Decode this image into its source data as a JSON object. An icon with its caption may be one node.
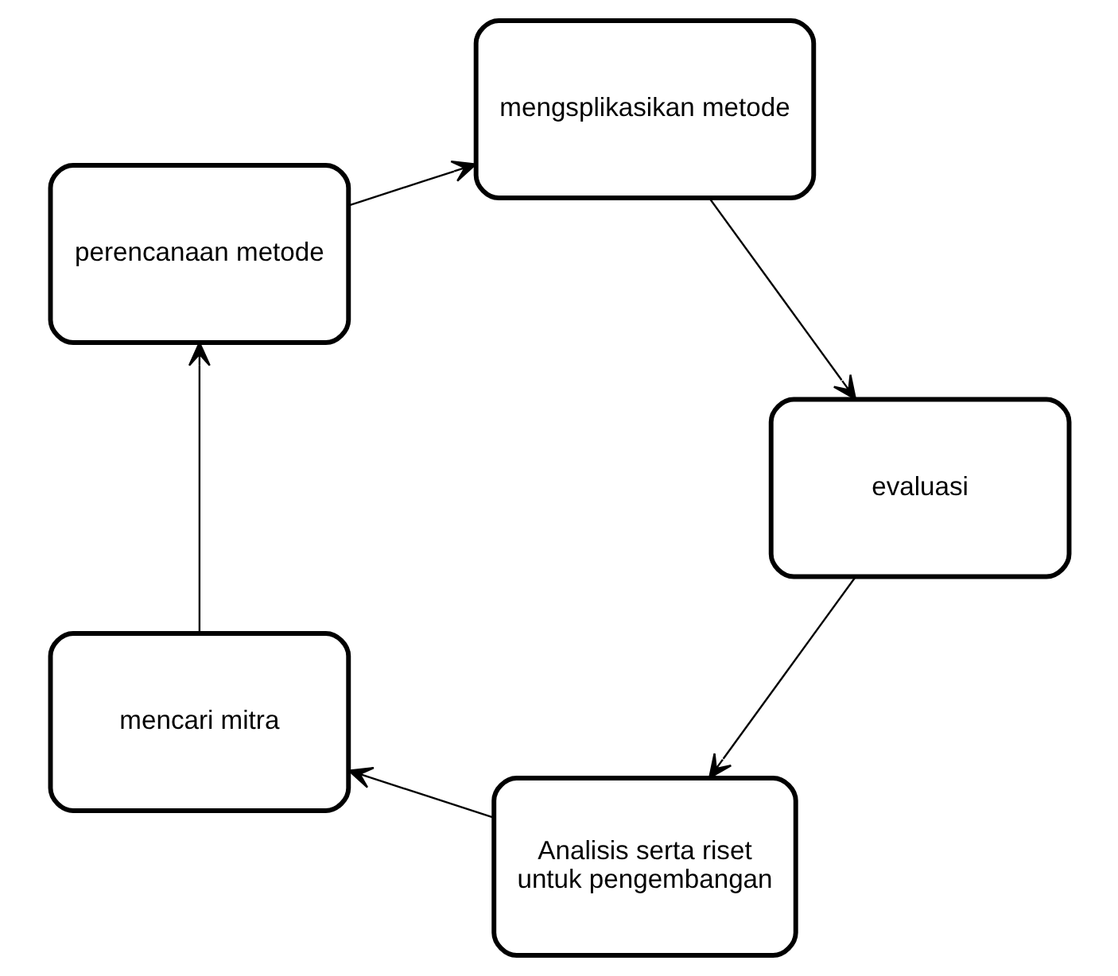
{
  "diagram": {
    "nodes": [
      {
        "text": [
          "Analisis serta riset untuk pengembangan"
        ]
      },
      {
        "text": [
          "mencari mitra"
        ]
      },
      {
        "text": [
          "perencanaan metode"
        ]
      },
      {
        "text": [
          "mengsplikasikan metode"
        ]
      },
      {
        "text": [
          "evaluasi"
        ]
      }
    ],
    "edges": [
      {
        "from": 0,
        "to": 1,
        "arrow": "to"
      },
      {
        "from": 1,
        "to": 2,
        "arrow": "to"
      },
      {
        "from": 2,
        "to": 3,
        "arrow": "to"
      },
      {
        "from": 3,
        "to": 4,
        "arrow": "to"
      },
      {
        "from": 4,
        "to": 0,
        "arrow": "to"
      }
    ]
  }
}
